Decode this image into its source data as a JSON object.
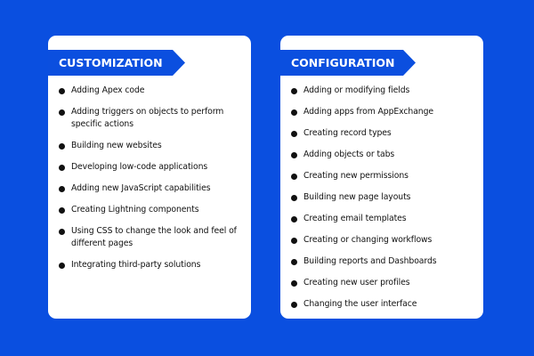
{
  "customization": {
    "title": "CUSTOMIZATION",
    "items": [
      "Adding Apex code",
      "Adding triggers on objects to perform specific actions",
      "Building new websites",
      "Developing low-code applications",
      "Adding new JavaScript capabilities",
      "Creating Lightning components",
      "Using CSS to change the look and feel of different pages",
      "Integrating third-party solutions"
    ]
  },
  "configuration": {
    "title": "CONFIGURATION",
    "items": [
      "Adding or modifying fields",
      "Adding apps from AppExchange",
      "Creating record types",
      "Adding objects or tabs",
      "Creating new permissions",
      "Building new page layouts",
      "Creating email templates",
      "Creating or changing workflows",
      "Building reports and Dashboards",
      "Creating new user profiles",
      "Changing the user interface"
    ]
  }
}
